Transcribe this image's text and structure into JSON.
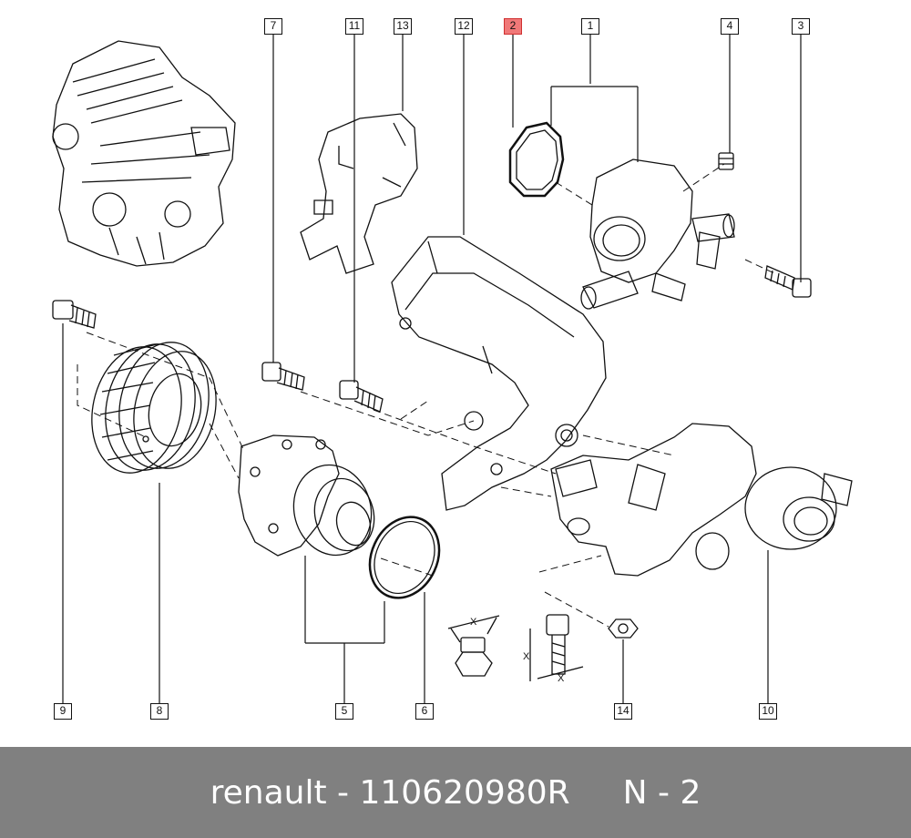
{
  "callouts": [
    {
      "id": "7",
      "highlighted": false
    },
    {
      "id": "11",
      "highlighted": false
    },
    {
      "id": "13",
      "highlighted": false
    },
    {
      "id": "12",
      "highlighted": false
    },
    {
      "id": "2",
      "highlighted": true
    },
    {
      "id": "1",
      "highlighted": false
    },
    {
      "id": "4",
      "highlighted": false
    },
    {
      "id": "3",
      "highlighted": false
    },
    {
      "id": "9",
      "highlighted": false
    },
    {
      "id": "8",
      "highlighted": false
    },
    {
      "id": "5",
      "highlighted": false
    },
    {
      "id": "6",
      "highlighted": false
    },
    {
      "id": "14",
      "highlighted": false
    },
    {
      "id": "10",
      "highlighted": false
    }
  ],
  "dimension_marks": {
    "x": "X"
  },
  "colors": {
    "highlight": "#f07878",
    "footer_bg": "#808080",
    "line": "#111111"
  },
  "footer": {
    "part_label": "renault - 110620980R",
    "position_label": "N - 2"
  }
}
